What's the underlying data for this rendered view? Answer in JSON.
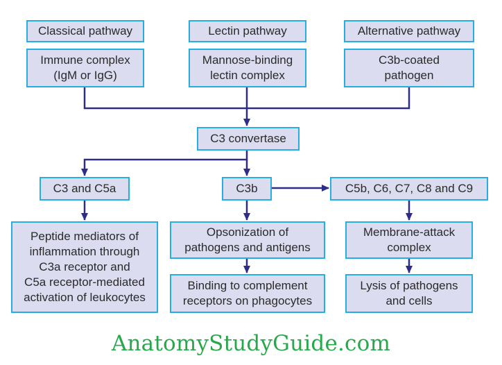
{
  "pathways": {
    "classical": {
      "name": "Classical pathway",
      "trigger": "Immune complex\n(IgM or IgG)"
    },
    "lectin": {
      "name": "Lectin pathway",
      "trigger": "Mannose-binding\nlectin complex"
    },
    "alternative": {
      "name": "Alternative pathway",
      "trigger": "C3b-coated\npathogen"
    }
  },
  "convertase": "C3 convertase",
  "branches": {
    "c3_c5a": {
      "label": "C3 and C5a",
      "outcome": "Peptide mediators of\ninflammation through\nC3a receptor and\nC5a receptor-mediated\nactivation of leukocytes"
    },
    "c3b": {
      "label": "C3b",
      "outcome": "Opsonization of\npathogens and antigens",
      "outcome2": "Binding to complement\nreceptors on phagocytes"
    },
    "mac": {
      "label": "C5b, C6, C7, C8 and C9",
      "outcome": "Membrane-attack\ncomplex",
      "outcome2": "Lysis of pathogens\nand cells"
    }
  },
  "watermark": "AnatomyStudyGuide.com",
  "colors": {
    "box_fill": "#dcdcf0",
    "box_border": "#27aee0",
    "arrow": "#2d2d86",
    "watermark": "#27a84a"
  }
}
